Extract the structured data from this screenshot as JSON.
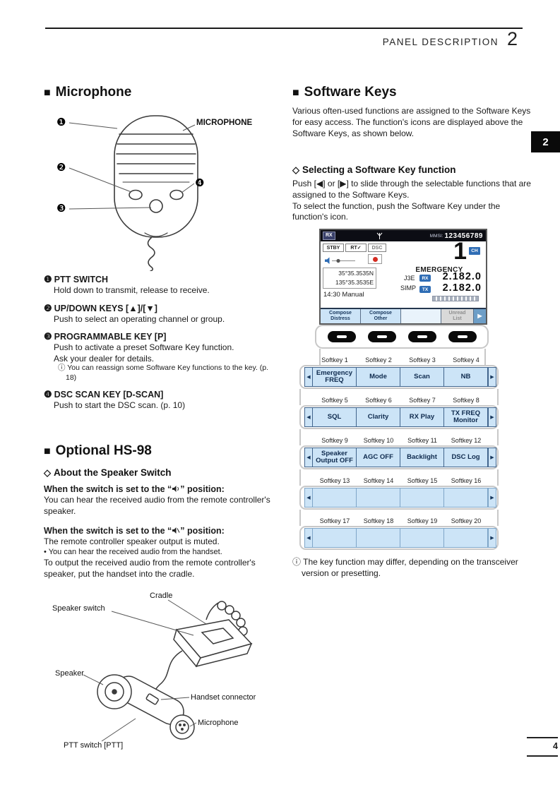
{
  "ui": {
    "section_bullet": "■",
    "sub_bullet": "◇"
  },
  "header": {
    "title": "PANEL DESCRIPTION",
    "chapter": "2",
    "side_tab": "2"
  },
  "footer": {
    "page_number": "4"
  },
  "microphone": {
    "heading": "Microphone",
    "figure_label": "MICROPHONE",
    "callouts": {
      "c1": "❶",
      "c2": "❷",
      "c3": "❸",
      "c4": "❹"
    },
    "items": [
      {
        "marker": "❶",
        "title": "PTT SWITCH",
        "body": "Hold down to transmit, release to receive."
      },
      {
        "marker": "❷",
        "title": "UP/DOWN KEYS [▲]/[▼]",
        "body": "Push to select an operating channel or group."
      },
      {
        "marker": "❸",
        "title": "PROGRAMMABLE KEY [P]",
        "body": "Push to activate a preset Software Key function.\nAsk your dealer for details.",
        "note": "ⓘ You can reassign some Software Key functions to the key. (p. 18)"
      },
      {
        "marker": "❹",
        "title": "DSC SCAN KEY [D-SCAN]",
        "body": "Push to start the DSC scan. (p. 10)"
      }
    ]
  },
  "hs98": {
    "heading": "Optional HS-98",
    "subheading": "About the Speaker Switch",
    "on_title_prefix": "When the switch is set to the “",
    "on_title_suffix": "” position:",
    "on_body": "You can hear the received audio from the remote controller's speaker.",
    "off_title_prefix": "When the switch is set to the “",
    "off_title_suffix": "” position:",
    "off_line1": "The remote controller speaker output is muted.",
    "off_line2": "• You can hear the received audio from the handset.",
    "off_line3": "To output the received audio from the remote controller's speaker, put the handset into the cradle.",
    "labels": {
      "cradle": "Cradle",
      "speaker_switch": "Speaker switch",
      "speaker": "Speaker",
      "handset_connector": "Handset connector",
      "microphone": "Microphone",
      "ptt_switch": "PTT switch [PTT]"
    }
  },
  "software_keys": {
    "heading": "Software Keys",
    "intro": "Various often-used functions are assigned to the Software Keys for easy access. The function's icons are displayed above the Software Keys, as shown below.",
    "select_heading": "Selecting a Software Key function",
    "select_body": "Push [◀] or [▶] to slide through the selectable functions that are assigned to the Software Keys.\nTo select the function, push the Software Key under the function's icon.",
    "note": "ⓘ The key function may differ, depending on the transceiver version or presetting.",
    "arrow_left": "◀",
    "arrow_right": "▶",
    "display": {
      "rx_badge": "RX",
      "mmsi_label": "MMSI:",
      "mmsi_value": "123456789",
      "tab_stby": "STBY",
      "tab_rt": "RT✓",
      "tab_dsc": "DSC",
      "channel_number": "1",
      "channel_badge": "CH",
      "emergency": "EMERGENCY",
      "mode": "J3E",
      "duplex": "SIMP",
      "rx_label": "RX",
      "rx_freq": "2.182.0",
      "tx_label": "TX",
      "tx_freq": "2.182.0",
      "latitude": "35°35.3535N",
      "longitude": "135°35.3535E",
      "time": "14:30 Manual",
      "soft1_line1": "Compose",
      "soft1_line2": "Distress",
      "soft2_line1": "Compose",
      "soft2_line2": "Other",
      "soft4_line1": "Unread",
      "soft4_line2": "List",
      "arrow_right": "▶"
    },
    "groups": [
      {
        "labels": [
          "Softkey 1",
          "Softkey 2",
          "Softkey 3",
          "Softkey 4"
        ],
        "keys": [
          "Emergency\nFREQ",
          "Mode",
          "Scan",
          "NB"
        ]
      },
      {
        "labels": [
          "Softkey 5",
          "Softkey 6",
          "Softkey 7",
          "Softkey 8"
        ],
        "keys": [
          "SQL",
          "Clarity",
          "RX Play",
          "TX FREQ\nMonitor"
        ]
      },
      {
        "labels": [
          "Softkey 9",
          "Softkey 10",
          "Softkey 11",
          "Softkey 12"
        ],
        "keys": [
          "Speaker\nOutput OFF",
          "AGC OFF",
          "Backlight",
          "DSC Log"
        ]
      },
      {
        "labels": [
          "Softkey 13",
          "Softkey 14",
          "Softkey 15",
          "Softkey 16"
        ],
        "keys": [
          "",
          "",
          "",
          ""
        ]
      },
      {
        "labels": [
          "Softkey 17",
          "Softkey 18",
          "Softkey 19",
          "Softkey 20"
        ],
        "keys": [
          "",
          "",
          "",
          ""
        ]
      }
    ]
  }
}
